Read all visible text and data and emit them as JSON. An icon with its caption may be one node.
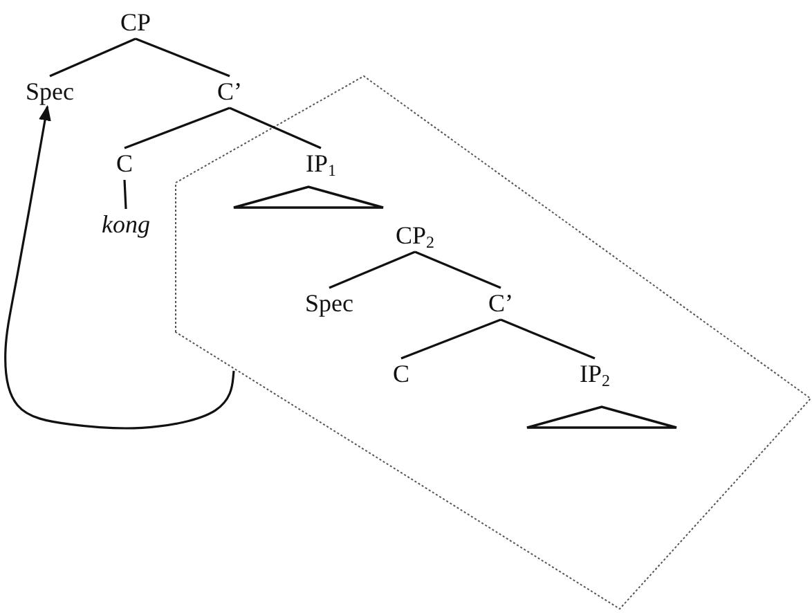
{
  "diagram": {
    "nodes": [
      {
        "text": [
          "CP"
        ]
      },
      {
        "text": [
          "Spec"
        ]
      },
      {
        "text": [
          "C’"
        ]
      },
      {
        "text": [
          "C"
        ]
      },
      {
        "text": [
          "kong"
        ]
      },
      {
        "text": [],
        "shape": "polygon"
      },
      {
        "text": [
          "IP$_{1}$"
        ],
        "in": 5
      },
      {
        "text": [],
        "shape": "triangle",
        "in": 5
      },
      {
        "text": [
          "CP$_{2}$"
        ],
        "in": 5
      },
      {
        "text": [
          "Spec"
        ],
        "in": 5
      },
      {
        "text": [
          "C’"
        ],
        "in": 5
      },
      {
        "text": [
          "C"
        ],
        "in": 5
      },
      {
        "text": [
          "IP$_{2}$"
        ],
        "in": 5
      },
      {
        "text": [],
        "shape": "triangle",
        "in": 5
      }
    ],
    "edges": [
      {
        "from": 0,
        "to": 1,
        "arrow": "none"
      },
      {
        "from": 0,
        "to": 2,
        "arrow": "none"
      },
      {
        "from": 2,
        "to": 3,
        "arrow": "none"
      },
      {
        "from": 2,
        "to": 6,
        "arrow": "none"
      },
      {
        "from": 3,
        "to": 4,
        "arrow": "none"
      },
      {
        "from": 8,
        "to": 9,
        "arrow": "none"
      },
      {
        "from": 8,
        "to": 10,
        "arrow": "none"
      },
      {
        "from": 10,
        "to": 11,
        "arrow": "none"
      },
      {
        "from": 10,
        "to": 12,
        "arrow": "none"
      },
      {
        "from": 5,
        "to": 1,
        "arrow": "to"
      }
    ]
  }
}
